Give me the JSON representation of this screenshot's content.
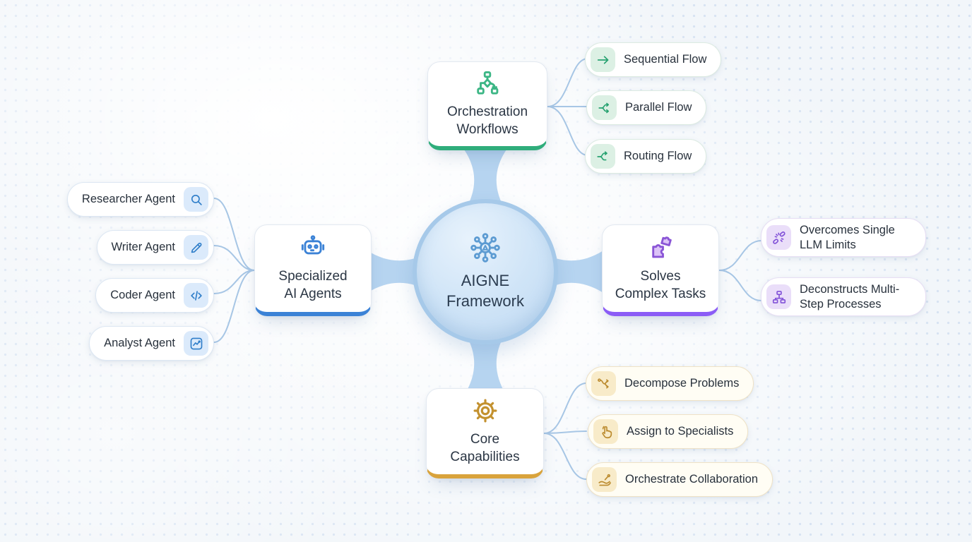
{
  "center": {
    "label": "AIGNE\nFramework",
    "icon": "network-hub-icon",
    "fill_color": "#cfe4f7",
    "ring_color": "#a6c9e9"
  },
  "connector_color": "#b6d4f0",
  "branches": [
    {
      "title": "Orchestration\nWorkflows",
      "icon": "workflow-icon",
      "accent_color": "#2fad7b",
      "leaves": [
        {
          "label": "Sequential Flow",
          "icon": "arrow-right-icon"
        },
        {
          "label": "Parallel Flow",
          "icon": "parallel-split-icon"
        },
        {
          "label": "Routing Flow",
          "icon": "routing-split-icon"
        }
      ]
    },
    {
      "title": "Specialized\nAI Agents",
      "icon": "robot-icon",
      "accent_color": "#3b82d6",
      "leaves": [
        {
          "label": "Researcher Agent",
          "icon": "magnifier-icon"
        },
        {
          "label": "Writer Agent",
          "icon": "pencil-icon"
        },
        {
          "label": "Coder Agent",
          "icon": "code-icon"
        },
        {
          "label": "Analyst Agent",
          "icon": "chart-line-icon"
        }
      ]
    },
    {
      "title": "Solves\nComplex Tasks",
      "icon": "puzzle-icon",
      "accent_color": "#8b5cf6",
      "leaves": [
        {
          "label": "Overcomes Single LLM Limits",
          "icon": "broken-link-icon"
        },
        {
          "label": "Deconstructs Multi-Step Processes",
          "icon": "hierarchy-icon"
        }
      ]
    },
    {
      "title": "Core\nCapabilities",
      "icon": "gear-icon",
      "accent_color": "#d9a33c",
      "leaves": [
        {
          "label": "Decompose Problems",
          "icon": "branch-path-icon"
        },
        {
          "label": "Assign to Specialists",
          "icon": "hand-pointer-icon"
        },
        {
          "label": "Orchestrate Collaboration",
          "icon": "hand-baton-icon"
        }
      ]
    }
  ]
}
